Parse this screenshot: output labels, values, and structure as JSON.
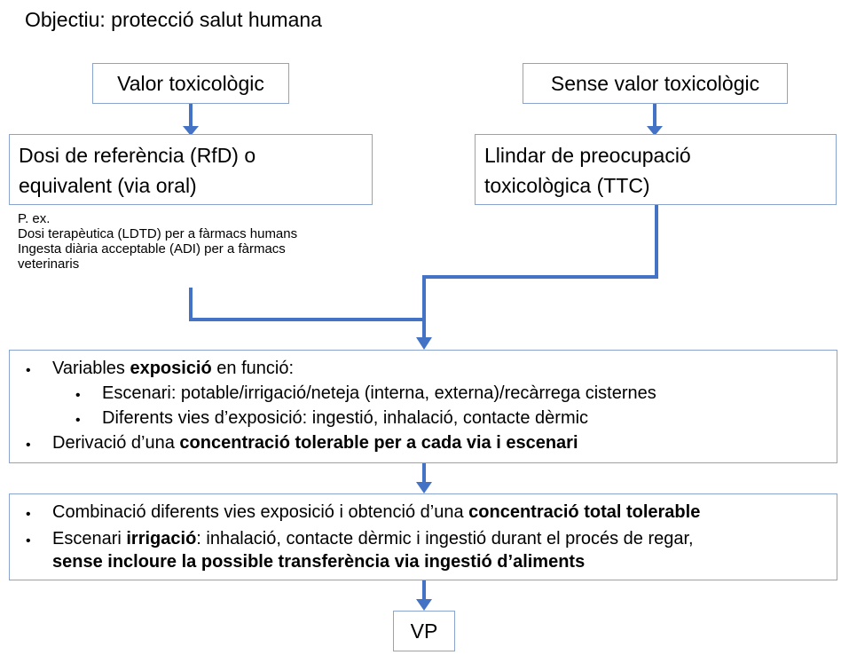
{
  "title": "Objectiu: protecció salut humana",
  "left_branch": {
    "header": "Valor toxicològic",
    "box_line1": "Dosi de referència (RfD) o",
    "box_line2": "equivalent (via oral)",
    "note": [
      "P. ex.",
      "Dosi terapèutica (LDTD) per a fàrmacs humans",
      "Ingesta diària acceptable (ADI) per a fàrmacs",
      "veterinaris"
    ]
  },
  "right_branch": {
    "header": "Sense valor toxicològic",
    "box_line1": "Llindar de preocupació",
    "box_line2": "toxicològica (TTC)"
  },
  "box3": {
    "bullet1_a": "Variables ",
    "bullet1_b": "exposició",
    "bullet1_c": " en funció:",
    "sub1": "Escenari: potable/irrigació/neteja (interna, externa)/recàrrega cisternes",
    "sub2": "Diferents vies d’exposició: ingestió, inhalació, contacte dèrmic",
    "bullet2_a": "Derivació d’una ",
    "bullet2_b": "concentració tolerable per a cada via i escenari"
  },
  "box4": {
    "bullet1_a": "Combinació diferents vies exposició i obtenció d’una ",
    "bullet1_b": "concentració total tolerable",
    "bullet2_a": "Escenari ",
    "bullet2_b": "irrigació",
    "bullet2_c": ": inhalació, contacte dèrmic i ingestió durant el procés de regar,",
    "bullet2_d": "sense incloure la possible transferència via ingestió d’aliments"
  },
  "final": "VP",
  "bullets": {
    "main": "•",
    "sub": "•"
  },
  "colors": {
    "connector": "#4472c4",
    "box_border": "#8aa4cf"
  }
}
